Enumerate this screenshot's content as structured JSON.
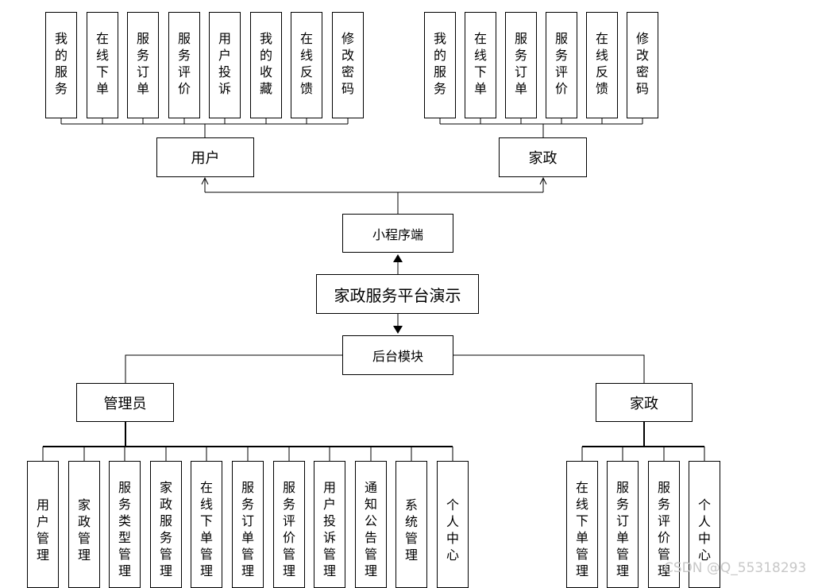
{
  "root": "家政服务平台演示",
  "miniprogram": {
    "label": "小程序端",
    "user": {
      "label": "用户",
      "items": [
        "我的服务",
        "在线下单",
        "服务订单",
        "服务评价",
        "用户投诉",
        "我的收藏",
        "在线反馈",
        "修改密码"
      ]
    },
    "housekeeping": {
      "label": "家政",
      "items": [
        "我的服务",
        "在线下单",
        "服务订单",
        "服务评价",
        "在线反馈",
        "修改密码"
      ]
    }
  },
  "backend": {
    "label": "后台模块",
    "admin": {
      "label": "管理员",
      "items": [
        "用户管理",
        "家政管理",
        "服务类型管理",
        "家政服务管理",
        "在线下单管理",
        "服务订单管理",
        "服务评价管理",
        "用户投诉管理",
        "通知公告管理",
        "系统管理",
        "个人中心"
      ]
    },
    "housekeeping": {
      "label": "家政",
      "items": [
        "在线下单管理",
        "服务订单管理",
        "服务评价管理",
        "个人中心"
      ]
    }
  },
  "watermark": "CSDN @Q_55318293"
}
